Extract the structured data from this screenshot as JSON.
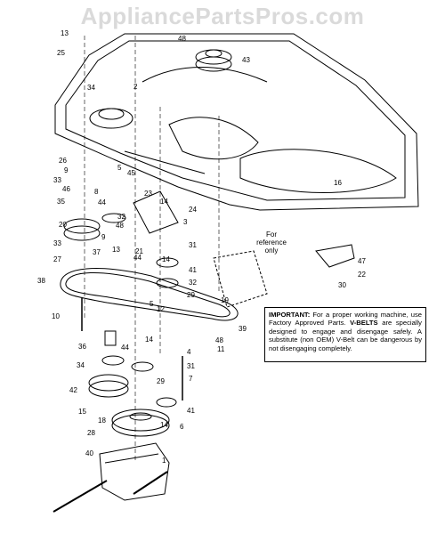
{
  "watermark": "AppliancePartsPros.com",
  "reference_note": "For reference only",
  "important_note": {
    "heading": "IMPORTANT:",
    "line1": "For a proper working machine, use Factory Approved Parts.",
    "heading2": "V-BELTS",
    "line2": "are specially designed to engage and disengage safely. A substitute (non OEM) V-Belt can be dangerous by not disengaging completely."
  },
  "callouts": {
    "c1": "1",
    "c2": "2",
    "c3": "3",
    "c4": "4",
    "c5a": "5",
    "c5b": "5",
    "c6": "6",
    "c7": "7",
    "c8": "8",
    "c9a": "9",
    "c9b": "9",
    "c10": "10",
    "c11": "11",
    "c12": "12",
    "c13a": "13",
    "c13b": "13",
    "c14a": "14",
    "c14b": "14",
    "c14c": "14",
    "c14d": "14",
    "c15": "15",
    "c16": "16",
    "c18": "18",
    "c19": "19",
    "c20": "20",
    "c21": "21",
    "c22": "22",
    "c23": "23",
    "c24": "24",
    "c25": "25",
    "c26": "26",
    "c27": "27",
    "c28": "28",
    "c29a": "29",
    "c29b": "29",
    "c30": "30",
    "c31a": "31",
    "c31b": "31",
    "c32a": "32",
    "c32b": "32",
    "c33a": "33",
    "c33b": "33",
    "c34a": "34",
    "c34b": "34",
    "c35": "35",
    "c36": "36",
    "c37": "37",
    "c38": "38",
    "c39": "39",
    "c40": "40",
    "c41a": "41",
    "c41b": "41",
    "c42": "42",
    "c43": "43",
    "c44a": "44",
    "c44b": "44",
    "c44c": "44",
    "c45": "45",
    "c46": "46",
    "c47": "47",
    "c48a": "48",
    "c48b": "48",
    "c48c": "48"
  },
  "colors": {
    "line": "#000000",
    "watermark": "#969696"
  }
}
